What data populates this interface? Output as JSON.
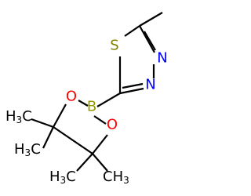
{
  "colors": {
    "bond": "#000000",
    "carbon": "#000000",
    "sulfur": "#808000",
    "nitrogen": "#0000ff",
    "oxygen": "#ff0000",
    "boron": "#999900"
  },
  "molecule": {
    "atoms": {
      "S": "S",
      "N_upper": "N",
      "N_lower": "N",
      "B": "B",
      "O_upper": "O",
      "O_lower": "O"
    },
    "methyl_groups": [
      {
        "h": "H",
        "sub": "3",
        "c": "C"
      },
      {
        "h": "H",
        "sub": "3",
        "c": "C"
      },
      {
        "h": "H",
        "sub": "3",
        "c": "C"
      },
      {
        "c": "C",
        "h": "H",
        "sub": "3"
      }
    ]
  }
}
